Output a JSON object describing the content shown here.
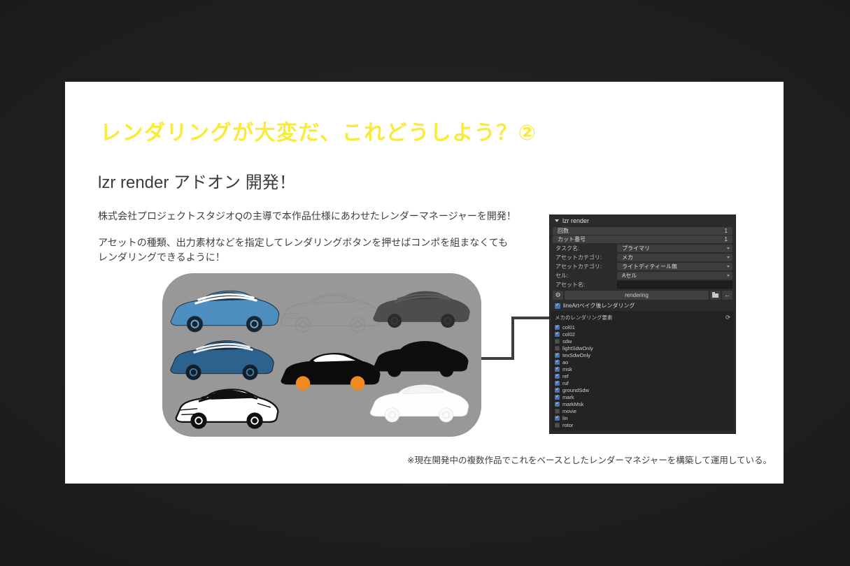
{
  "slide": {
    "title": "レンダリングが大変だ、これどうしよう？②",
    "title_color": "#f8eb3b",
    "subtitle": "lzr render アドオン 開発！",
    "paragraph1": "株式会社プロジェクトスタジオQの主導で本作品仕様にあわせたレンダーマネージャーを開発！",
    "paragraph2": "アセットの種類、出力素材などを指定してレンダリングボタンを押せばコンポを組まなくてもレンダリングできるように！",
    "footnote": "※現在開発中の複数作品でこれをベースとしたレンダーマネジャーを構築して運用している。"
  },
  "panel": {
    "header": "lzr render",
    "count_field": {
      "label": "回数",
      "value": "1"
    },
    "cut_field": {
      "label": "カット番号",
      "value": "1"
    },
    "selects": [
      {
        "label": "タスク名:",
        "value": "プライマリ"
      },
      {
        "label": "アセットカテゴリ:",
        "value": "メカ"
      },
      {
        "label": "アセットカテゴリ:",
        "value": "ライトディティール無"
      },
      {
        "label": "セル:",
        "value": "Aセル"
      }
    ],
    "asset_name_label": "アセット名:",
    "render_button": "rendering",
    "lineart_checkbox": "lineArtベイク後レンダリング",
    "subpanel_title": "メカのレンダリング要素",
    "passes": [
      {
        "label": "col01",
        "checked": true
      },
      {
        "label": "col02",
        "checked": true
      },
      {
        "label": "sdw",
        "checked": false
      },
      {
        "label": "lightSdwOnly",
        "checked": false
      },
      {
        "label": "texSdwOnly",
        "checked": true
      },
      {
        "label": "ao",
        "checked": true
      },
      {
        "label": "msk",
        "checked": true
      },
      {
        "label": "ref",
        "checked": true
      },
      {
        "label": "ruf",
        "checked": true
      },
      {
        "label": "groundSdw",
        "checked": true
      },
      {
        "label": "mark",
        "checked": true
      },
      {
        "label": "markMsk",
        "checked": true
      },
      {
        "label": "movie",
        "checked": false
      },
      {
        "label": "lin",
        "checked": true
      },
      {
        "label": "rotor",
        "checked": false
      }
    ],
    "accent_blue": "#4772b3"
  },
  "illustration": {
    "box_bg": "#989898",
    "connector_color": "#3d3d3d",
    "cars": [
      {
        "name": "car-beauty-blue",
        "body": "#4e8fc2",
        "window": "#27384a",
        "wheel": "#18242f",
        "rim": "#6ba7d4",
        "stripe": "#ffffff",
        "stroke": "#1d3243",
        "strokeW": 1
      },
      {
        "name": "car-sketch-lineart",
        "body": "none",
        "window": "none",
        "wheel": "none",
        "rim": "#8f8f8f",
        "stripe": "",
        "stroke": "#8f8f8f",
        "strokeW": 1.4
      },
      {
        "name": "car-shaded-gray",
        "body": "#4d4d4d",
        "window": "#3f3f3f",
        "wheel": "#2c2c2c",
        "rim": "#3a3a3a",
        "stripe": "#5a5a5a",
        "stroke": "none",
        "strokeW": 0
      },
      {
        "name": "car-beauty-blue-dark",
        "body": "#2d628f",
        "window": "#1b2c3a",
        "wheel": "#121e29",
        "rim": "#3f7aa8",
        "stripe": "#e9eef2",
        "stroke": "#152636",
        "strokeW": 1
      },
      {
        "name": "car-mask-orange-wheels",
        "body": "#0b0b0b",
        "window": "#ffffff",
        "wheel": "#ee8a20",
        "rim": "#ee8a20",
        "stripe": "",
        "stroke": "none",
        "strokeW": 0
      },
      {
        "name": "car-silhouette-black",
        "body": "#0e0e0e",
        "window": "#0e0e0e",
        "wheel": "#0e0e0e",
        "rim": "#0e0e0e",
        "stripe": "",
        "stroke": "none",
        "strokeW": 0
      },
      {
        "name": "car-lineart-bw",
        "body": "#ffffff",
        "window": "#101010",
        "wheel": "#101010",
        "rim": "#ffffff",
        "stripe": "#101010",
        "stroke": "#101010",
        "strokeW": 2.4
      },
      {
        "name": "car-alpha-white",
        "body": "#fefefe",
        "window": "#f4f4f4",
        "wheel": "#fafafa",
        "rim": "#ececec",
        "stripe": "",
        "stroke": "#e6e6e6",
        "strokeW": 1
      }
    ]
  }
}
